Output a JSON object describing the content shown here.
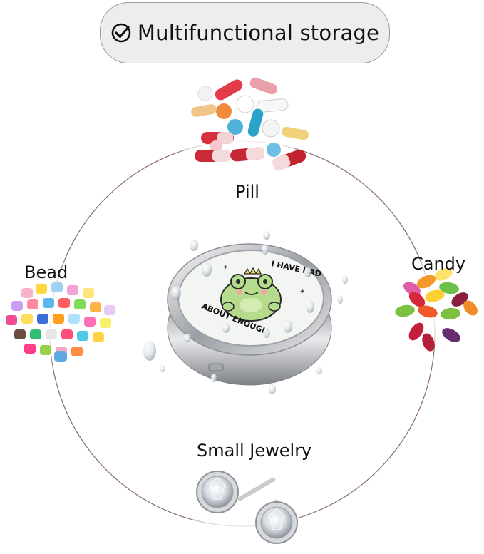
{
  "header": {
    "title": "Multifunctional storage",
    "icon": "check-circle-icon"
  },
  "product": {
    "lid_text_top": "I HAVE HAD",
    "lid_text_bottom": "ABOUT ENOUGH"
  },
  "uses": {
    "top": "Pill",
    "left": "Bead",
    "right": "Candy",
    "bottom": "Small Jewelry"
  },
  "colors": {
    "badge_bg": "#ededed",
    "ring": "#8a6a63",
    "frog": "#b5dc8c",
    "metal": "#c9cbcf"
  }
}
